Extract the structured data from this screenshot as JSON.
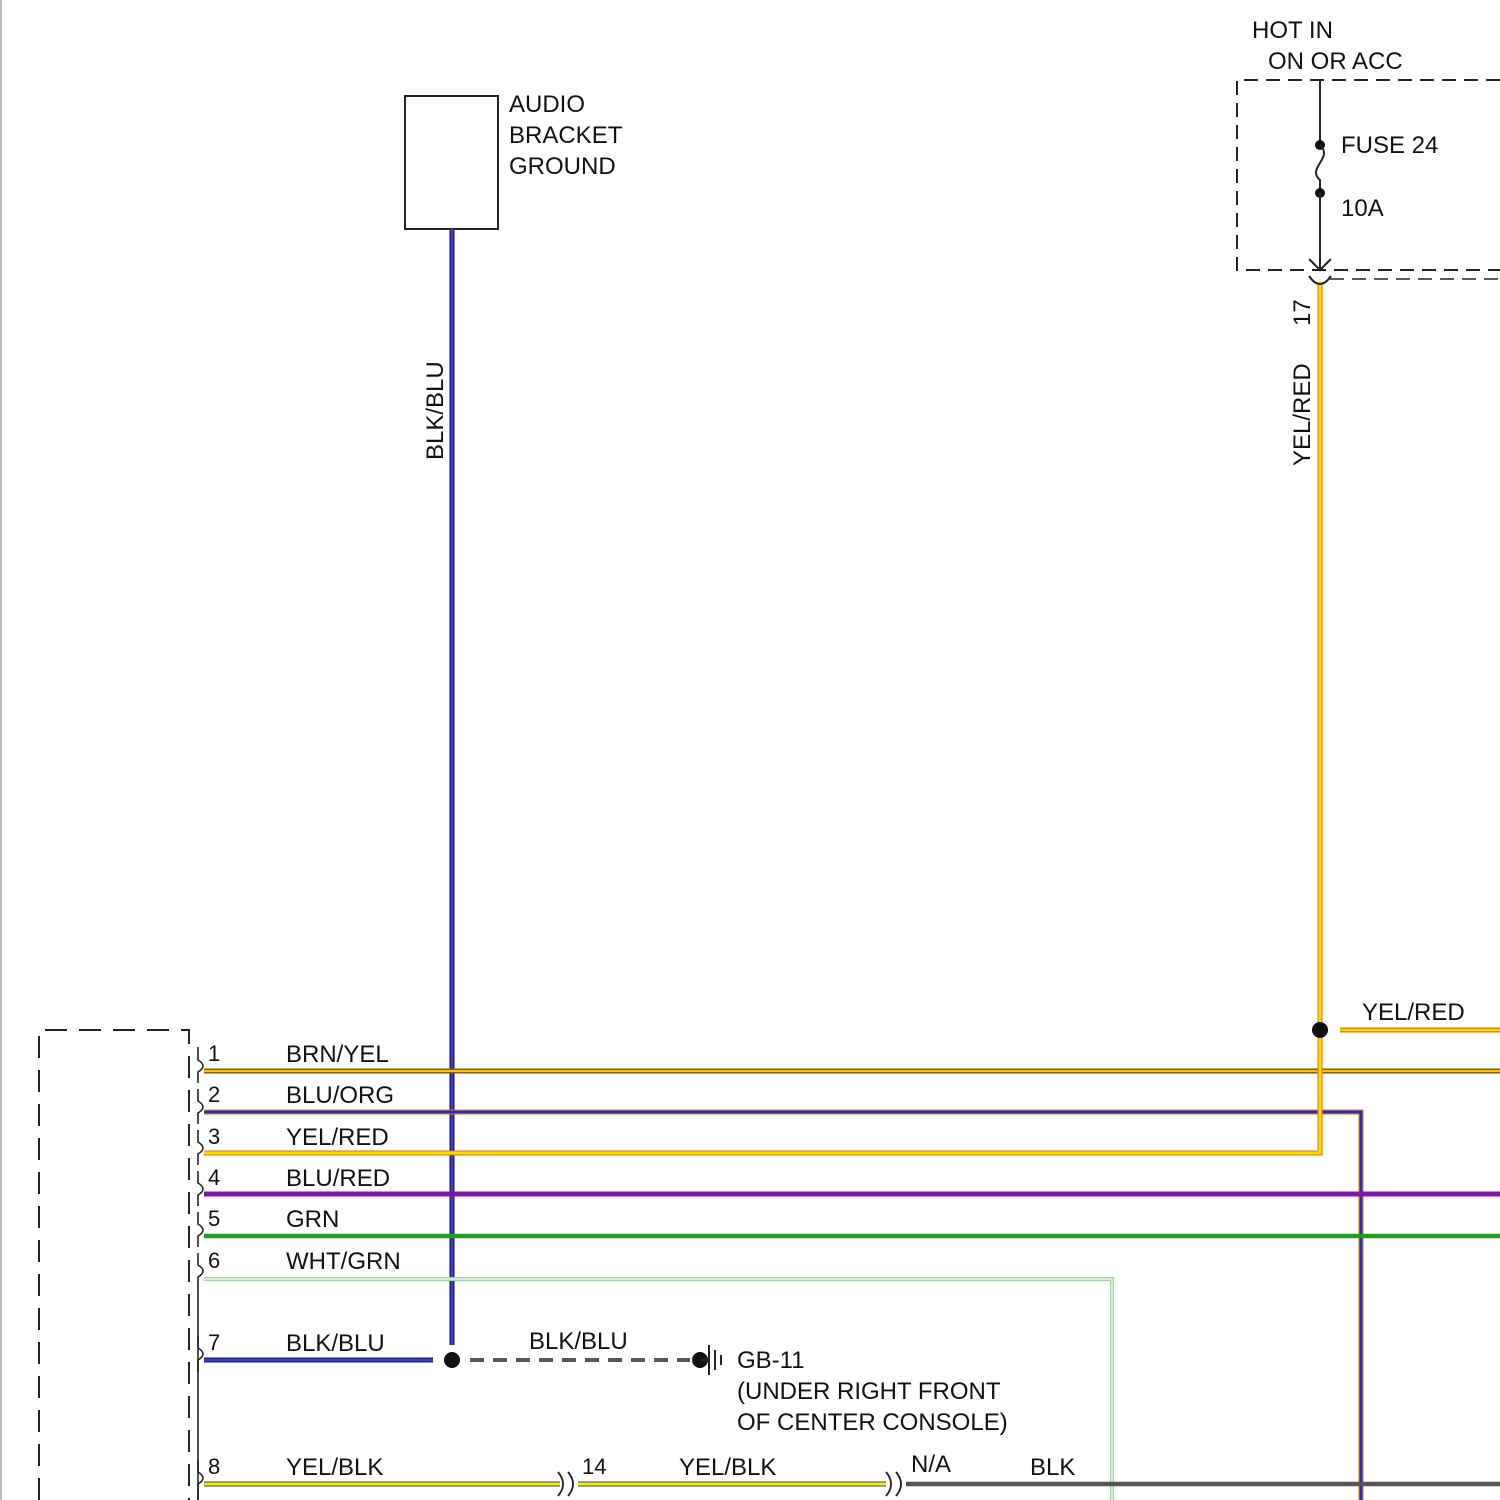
{
  "hot_in": {
    "line1": "HOT IN",
    "line2": "ON OR ACC"
  },
  "fuse": {
    "name": "FUSE 24",
    "rating": "10A"
  },
  "audio_ground": {
    "line1": "AUDIO",
    "line2": "BRACKET",
    "line3": "GROUND"
  },
  "vertical_wires": {
    "ground_wire": "BLK/BLU",
    "feed_wire": "YEL/RED",
    "feed_pin": "17"
  },
  "splice_branch": {
    "label": "YEL/RED"
  },
  "connector_pins": [
    {
      "pin": "1",
      "wire": "BRN/YEL"
    },
    {
      "pin": "2",
      "wire": "BLU/ORG"
    },
    {
      "pin": "3",
      "wire": "YEL/RED"
    },
    {
      "pin": "4",
      "wire": "BLU/RED"
    },
    {
      "pin": "5",
      "wire": "GRN"
    },
    {
      "pin": "6",
      "wire": "WHT/GRN"
    },
    {
      "pin": "7",
      "wire": "BLK/BLU"
    },
    {
      "pin": "8",
      "wire": "YEL/BLK"
    }
  ],
  "ground_point": {
    "wire": "BLK/BLU",
    "id": "GB-11",
    "location_line1": "(UNDER RIGHT FRONT",
    "location_line2": "OF CENTER CONSOLE)"
  },
  "pin8_path": {
    "inline_pin": "14",
    "inline_wire": "YEL/BLK",
    "na_label": "N/A",
    "end_wire": "BLK"
  },
  "colors": {
    "brn_yel": "#8B5A00",
    "yellow": "#F5E000",
    "yel_red_edge": "#E07000",
    "blue": "#2B2BC8",
    "blue_red": "#6A00D0",
    "green": "#1EA01E",
    "wht_grn": "#9ED89E",
    "gray": "#555555"
  }
}
